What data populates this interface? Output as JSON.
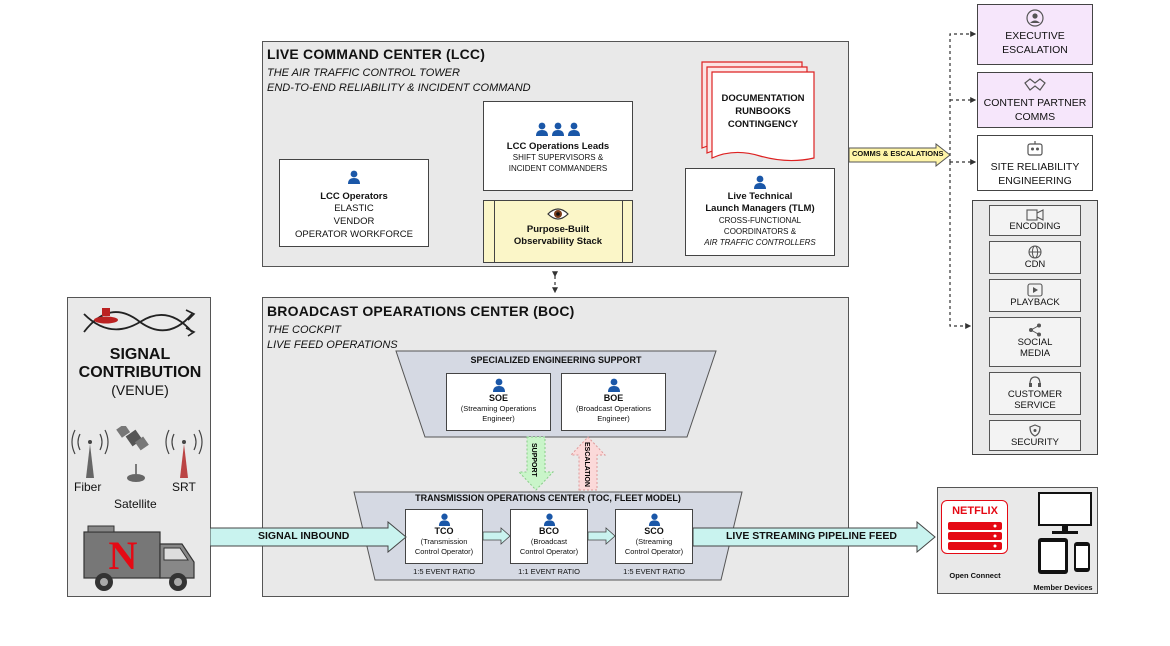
{
  "lcc": {
    "title": "LIVE COMMAND CENTER (LCC)",
    "sub1": "THE AIR TRAFFIC CONTROL TOWER",
    "sub2": "END-TO-END RELIABILITY & INCIDENT COMMAND",
    "docs": [
      "DOCUMENTATION",
      "RUNBOOKS",
      "CONTINGENCY"
    ],
    "operators": {
      "title": "LCC Operators",
      "lines": [
        "ELASTIC",
        "VENDOR",
        "OPERATOR WORKFORCE"
      ]
    },
    "leads": {
      "title": "LCC Operations Leads",
      "lines": [
        "SHIFT SUPERVISORS &",
        "INCIDENT COMMANDERS"
      ]
    },
    "observability": {
      "line1": "Purpose-Built",
      "line2": "Observability Stack"
    },
    "tlm": {
      "line1": "Live Technical",
      "line2": "Launch Managers (TLM)",
      "lines": [
        "CROSS-FUNCTIONAL",
        "COORDINATORS &"
      ],
      "italic": "AIR TRAFFIC CONTROLLERS"
    }
  },
  "comms_label": "COMMS & ESCALATIONS",
  "escalation_targets": [
    {
      "label1": "EXECUTIVE",
      "label2": "ESCALATION",
      "icon": "person-circle-icon"
    },
    {
      "label1": "CONTENT PARTNER",
      "label2": "COMMS",
      "icon": "handshake-icon"
    },
    {
      "label1": "SITE RELIABILITY",
      "label2": "ENGINEERING",
      "icon": "robot-icon"
    }
  ],
  "services": [
    {
      "label1": "ENCODING",
      "label2": "",
      "icon": "encoding-icon"
    },
    {
      "label1": "CDN",
      "label2": "",
      "icon": "globe-icon"
    },
    {
      "label1": "PLAYBACK",
      "label2": "",
      "icon": "play-icon"
    },
    {
      "label1": "SOCIAL",
      "label2": "MEDIA",
      "icon": "share-icon"
    },
    {
      "label1": "CUSTOMER",
      "label2": "SERVICE",
      "icon": "headset-icon"
    },
    {
      "label1": "SECURITY",
      "label2": "",
      "icon": "shield-icon"
    }
  ],
  "boc": {
    "title": "BROADCAST OPEARATIONS CENTER (BOC)",
    "sub1": "THE COCKPIT",
    "sub2": "LIVE FEED OPERATIONS",
    "ses_title": "SPECIALIZED ENGINEERING  SUPPORT",
    "soe": {
      "code": "SOE",
      "line1": "(Streaming Operations",
      "line2": "Engineer)"
    },
    "boe": {
      "code": "BOE",
      "line1": "(Broadcast Operations",
      "line2": "Engineer)"
    },
    "support_label": "SUPPORT",
    "escalation_label": "ESCALATION",
    "toc_title": "TRANSMISSION OPERATIONS CENTER (TOC, FLEET MODEL)",
    "tco": {
      "code": "TCO",
      "line1": "(Transmission",
      "line2": "Control Operator)",
      "ratio": "1:5 EVENT RATIO"
    },
    "bco": {
      "code": "BCO",
      "line1": "(Broadcast",
      "line2": "Control  Operator)",
      "ratio": "1:1 EVENT RATIO"
    },
    "sco": {
      "code": "SCO",
      "line1": "(Streaming",
      "line2": "Control  Operator)",
      "ratio": "1:5 EVENT RATIO"
    }
  },
  "signal": {
    "title1": "SIGNAL",
    "title2": "CONTRIBUTION",
    "title3": "(VENUE)",
    "fiber": "Fiber",
    "satellite": "Satellite",
    "srt": "SRT",
    "truck_logo": "N"
  },
  "signal_inbound": "SIGNAL INBOUND",
  "pipeline_feed": "LIVE STREAMING PIPELINE FEED",
  "netflix": {
    "logo": "NETFLIX",
    "open_connect": "Open Connect",
    "member_devices": "Member Devices"
  },
  "colors": {
    "panel": "#e9e9e9",
    "cyan_arrow": "#c9f3ef",
    "yellow_arrow": "#fff5a8",
    "pink_card": "#f6e6fb",
    "netflix_red": "#e50914",
    "person_blue": "#1a57a8"
  }
}
